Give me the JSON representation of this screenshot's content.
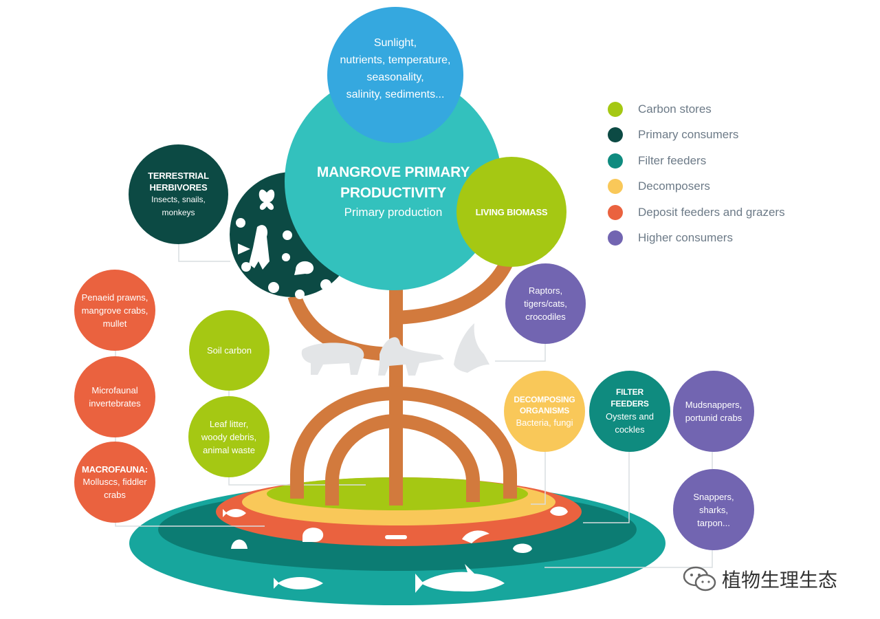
{
  "colors": {
    "carbon": "#a5c813",
    "primary": "#0c4a44",
    "filter": "#0f8b7f",
    "decomposer": "#f9c859",
    "deposit": "#ea623f",
    "higher": "#7265b1",
    "turquoise": "#33c1bd",
    "sky": "#35a8df",
    "trunk": "#d27a3d",
    "sea": "#17a69d",
    "sea_dark": "#0c7c73"
  },
  "top_factors": {
    "lines": [
      "Sunlight,",
      "nutrients, temperature,",
      "seasonality,",
      "salinity, sediments..."
    ]
  },
  "center": {
    "title_line1": "MANGROVE PRIMARY",
    "title_line2": "PRODUCTIVITY",
    "subtitle": "Primary production"
  },
  "living_biomass": {
    "title": "LIVING BIOMASS"
  },
  "terrestrial": {
    "title_line1": "TERRESTRIAL",
    "title_line2": "HERBIVORES",
    "subtitle": "Insects, snails, monkeys"
  },
  "raptors": {
    "lines": [
      "Raptors,",
      "tigers/cats,",
      "crocodiles"
    ]
  },
  "penaeid": {
    "lines": [
      "Penaeid prawns,",
      "mangrove crabs,",
      "mullet"
    ]
  },
  "microfaunal": {
    "lines": [
      "Microfaunal",
      "invertebrates"
    ]
  },
  "macrofauna": {
    "title": "MACROFAUNA:",
    "lines": [
      "Molluscs, fiddler",
      "crabs"
    ]
  },
  "soil_carbon": {
    "label": "Soil carbon"
  },
  "leaf_litter": {
    "lines": [
      "Leaf litter,",
      "woody debris,",
      "animal waste"
    ]
  },
  "decomposing": {
    "title_line1": "DECOMPOSING",
    "title_line2": "ORGANISMS",
    "subtitle": "Bacteria, fungi"
  },
  "filter_feeders": {
    "title": "FILTER FEEDERS",
    "lines": [
      "Oysters and",
      "cockles"
    ]
  },
  "mudsnappers": {
    "lines": [
      "Mudsnappers,",
      "portunid crabs"
    ]
  },
  "snappers": {
    "lines": [
      "Snappers,",
      "sharks,",
      "tarpon..."
    ]
  },
  "legend": [
    {
      "label": "Carbon stores",
      "color": "#a5c813"
    },
    {
      "label": "Primary consumers",
      "color": "#0c4a44"
    },
    {
      "label": "Filter feeders",
      "color": "#0f8b7f"
    },
    {
      "label": "Decomposers",
      "color": "#f9c859"
    },
    {
      "label": "Deposit feeders and grazers",
      "color": "#ea623f"
    },
    {
      "label": "Higher consumers",
      "color": "#7265b1"
    }
  ],
  "watermark": {
    "text": "植物生理生态",
    "icon": "wechat-icon"
  }
}
